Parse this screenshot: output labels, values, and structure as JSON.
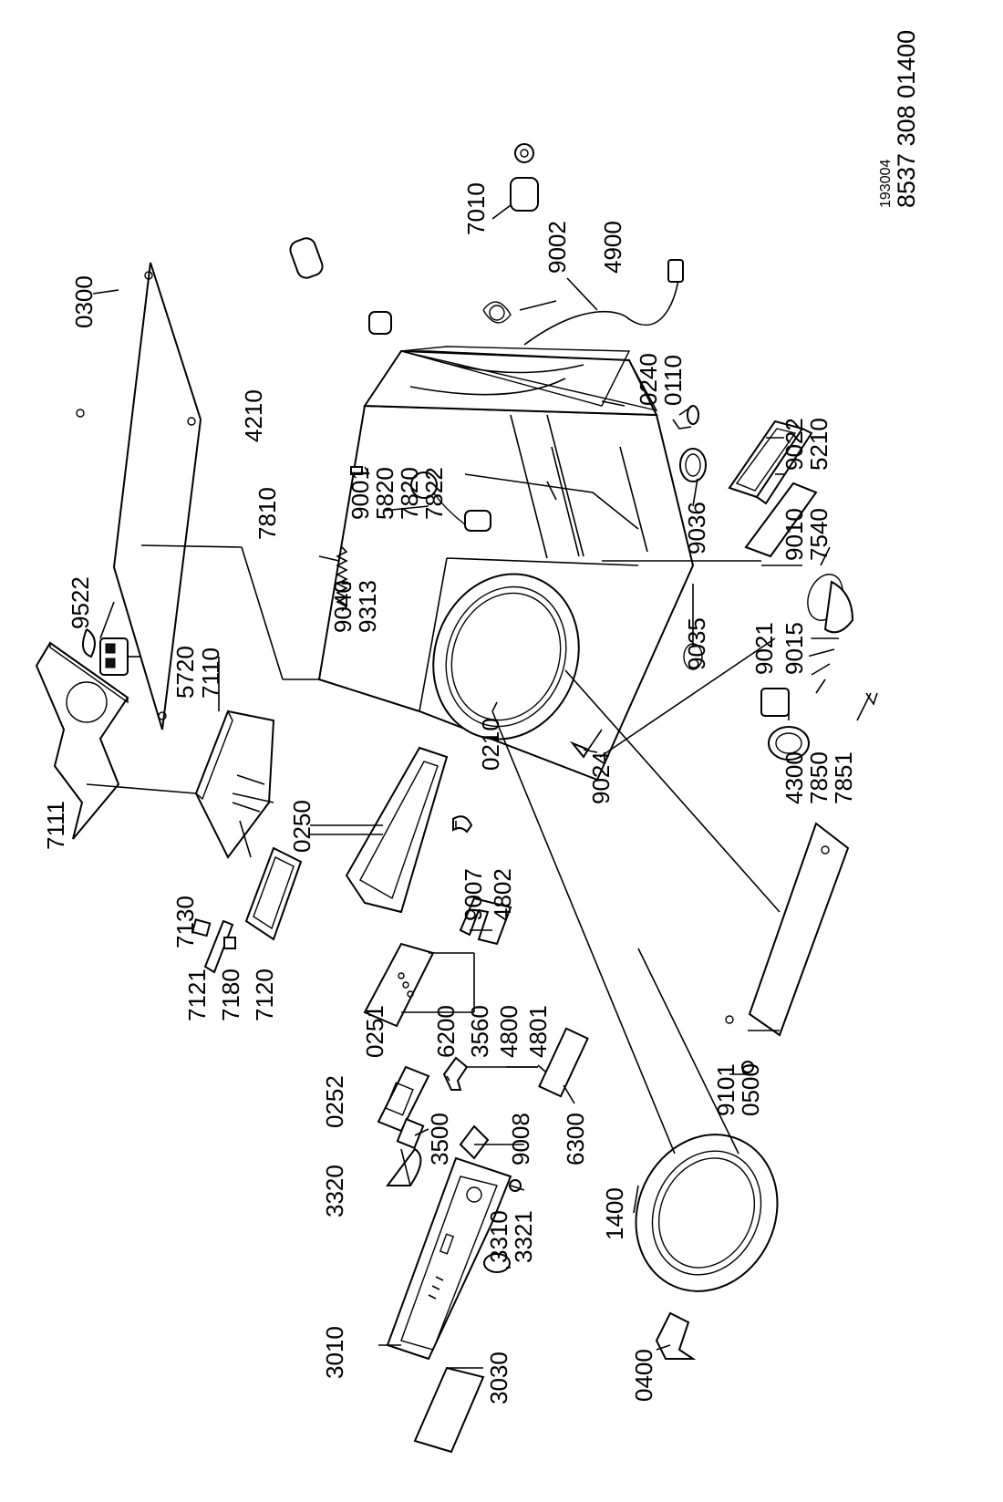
{
  "drawing": {
    "ref_small": "193004",
    "ref_main": "8537 308 01400"
  },
  "labels": {
    "p0300": "0300",
    "p7010": "7010",
    "p9002": "9002",
    "p4900": "4900",
    "p0240": "0240",
    "p0110": "0110",
    "p9022": "9022",
    "p5210": "5210",
    "p4210": "4210",
    "p7810": "7810",
    "p9001": "9001",
    "p5820": "5820",
    "p7820": "7820",
    "p7822": "7822",
    "p9036": "9036",
    "p9010": "9010",
    "p7540": "7540",
    "p9522": "9522",
    "p5720": "5720",
    "p7110": "7110",
    "p9040": "9040",
    "p9313": "9313",
    "p9035": "9035",
    "p9021": "9021",
    "p9015": "9015",
    "p7111": "7111",
    "p0250": "0250",
    "p0210": "0210",
    "p9024": "9024",
    "p4300": "4300",
    "p7850": "7850",
    "p7851": "7851",
    "p7130": "7130",
    "p7121": "7121",
    "p7180": "7180",
    "p7120": "7120",
    "p9007": "9007",
    "p4802": "4802",
    "p0251": "0251",
    "p3560": "3560",
    "p6200": "6200",
    "p4800": "4800",
    "p4801": "4801",
    "p0252": "0252",
    "p3500": "3500",
    "p9008": "9008",
    "p6300": "6300",
    "p9101": "9101",
    "p0500": "0500",
    "p3320": "3320",
    "p1400": "1400",
    "p3321": "3321",
    "p3310": "3310",
    "p3010": "3010",
    "p3030": "3030",
    "p0400": "0400"
  }
}
